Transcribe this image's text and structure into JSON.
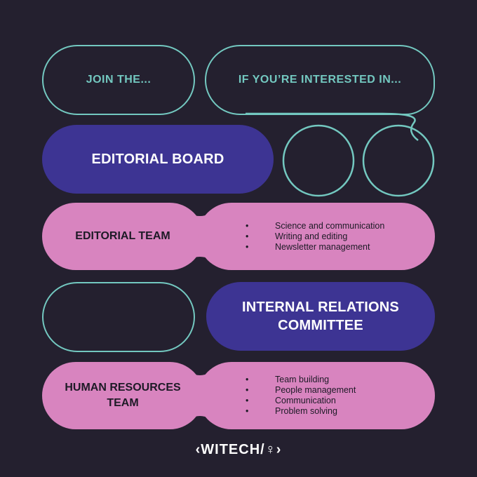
{
  "headings": {
    "join": "JOIN THE...",
    "interested": "IF YOU’RE INTERESTED IN..."
  },
  "teams": [
    {
      "title": "EDITORIAL BOARD",
      "interests": []
    },
    {
      "title": "EDITORIAL TEAM",
      "interests": [
        "Science and communication",
        "Writing and editing",
        "Newsletter management"
      ]
    },
    {
      "title": "INTERNAL RELATIONS COMMITTEE",
      "interests": []
    },
    {
      "title": "HUMAN RESOURCES TEAM",
      "interests": [
        "Team building",
        "People management",
        "Communication",
        "Problem solving"
      ]
    }
  ],
  "logo": {
    "open": "‹",
    "name": "WITECH/",
    "symbol": "♀",
    "close": "›"
  },
  "colors": {
    "background": "#24202f",
    "outline": "#73c8c0",
    "purple": "#3d3493",
    "pink": "#d884bf"
  }
}
